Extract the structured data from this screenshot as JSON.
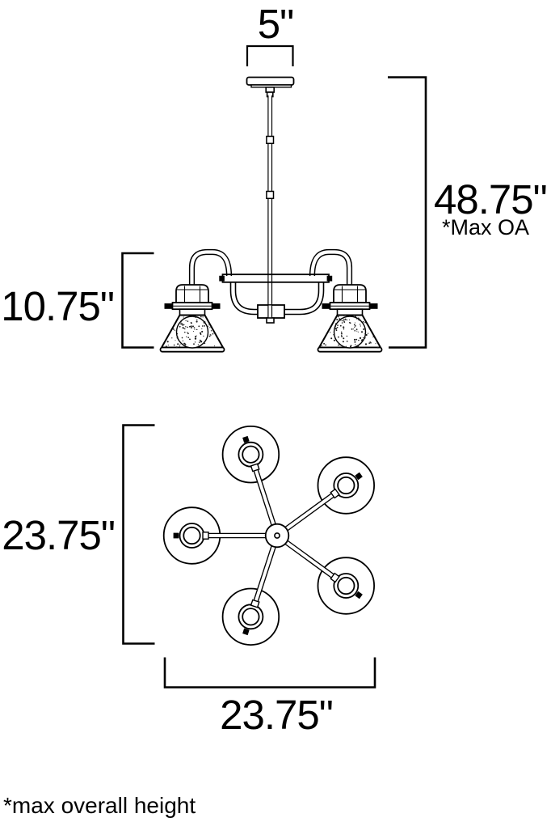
{
  "page": {
    "background": "#ffffff",
    "line_color": "#000000"
  },
  "side_view": {
    "description": "chandelier side elevation with downrod and two visible seeded-glass cone shades",
    "dim_canopy_width": "5\"",
    "dim_max_overall_height": "48.75\"",
    "dim_max_overall_note": "*Max OA",
    "dim_body_height": "10.75\""
  },
  "top_view": {
    "description": "chandelier top plan with five radial arms and shades",
    "lights_count": 5,
    "dim_height": "23.75\"",
    "dim_width": "23.75\""
  },
  "footnote": "*max overall height"
}
